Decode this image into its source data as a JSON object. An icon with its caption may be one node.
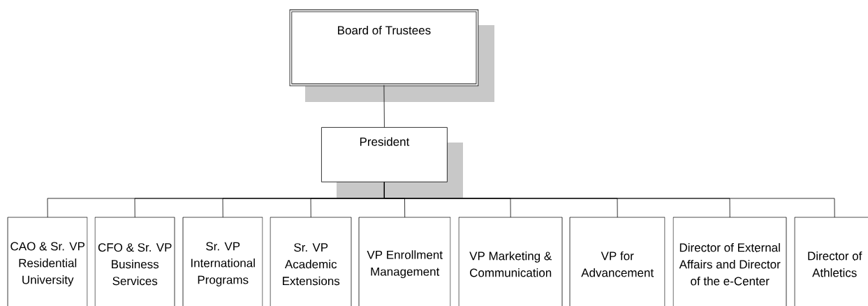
{
  "diagram": {
    "nodes": [
      {
        "text": [
          "Board of Trustees"
        ]
      },
      {
        "text": [
          "President"
        ]
      },
      {
        "text": [
          "CAO & Sr. VP Residential University"
        ]
      },
      {
        "text": [
          "CFO & Sr. VP Business Services"
        ]
      },
      {
        "text": [
          "Sr. VP International Programs"
        ]
      },
      {
        "text": [
          "Sr. VP Academic Extensions"
        ]
      },
      {
        "text": [
          "VP Enrollment Management"
        ]
      },
      {
        "text": [
          "VP Marketing & Communication"
        ]
      },
      {
        "text": [
          "VP for Advancement"
        ]
      },
      {
        "text": [
          "Director of External Affairs and Director of the e-Center"
        ]
      },
      {
        "text": [
          "Director of Athletics"
        ]
      }
    ],
    "edges": [
      {
        "from": 0,
        "to": 1,
        "arrow": "none"
      },
      {
        "from": 1,
        "to": 2,
        "arrow": "none"
      },
      {
        "from": 1,
        "to": 3,
        "arrow": "none"
      },
      {
        "from": 1,
        "to": 4,
        "arrow": "none"
      },
      {
        "from": 1,
        "to": 5,
        "arrow": "none"
      },
      {
        "from": 1,
        "to": 6,
        "arrow": "none"
      },
      {
        "from": 1,
        "to": 7,
        "arrow": "none"
      },
      {
        "from": 1,
        "to": 8,
        "arrow": "none"
      },
      {
        "from": 1,
        "to": 9,
        "arrow": "none"
      },
      {
        "from": 1,
        "to": 10,
        "arrow": "none"
      }
    ]
  }
}
